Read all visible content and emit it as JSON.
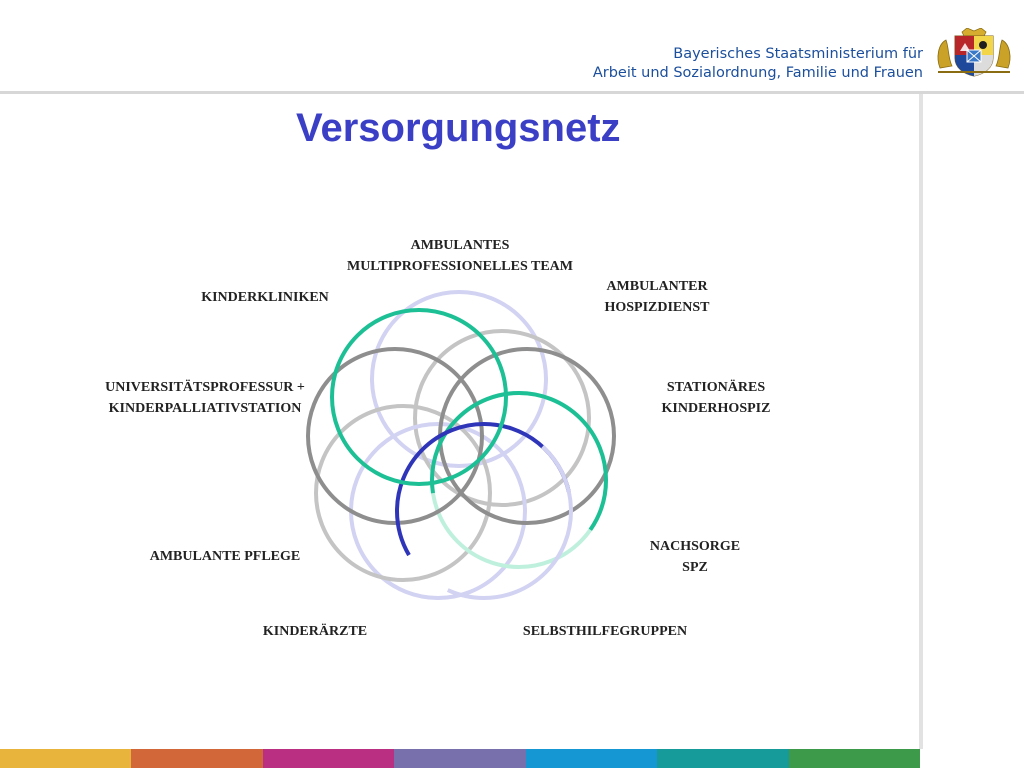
{
  "header": {
    "ministry_line1": "Bayerisches Staatsministerium für",
    "ministry_line2": "Arbeit und Sozialordnung, Familie und Frauen"
  },
  "title": "Versorgungsnetz",
  "labels": {
    "ambulantes_team_1": "AMBULANTES",
    "ambulantes_team_2": "MULTIPROFESSIONELLES TEAM",
    "hospizdienst_1": "AMBULANTER",
    "hospizdienst_2": "HOSPIZDIENST",
    "kinderkliniken": "KINDERKLINIKEN",
    "uni_1": "UNIVERSITÄTSPROFESSUR +",
    "uni_2": "KINDERPALLIATIVSTATION",
    "hospiz_1": "STATIONÄRES",
    "hospiz_2": "KINDERHOSPIZ",
    "nachsorge_1": "NACHSORGE",
    "nachsorge_2": "SPZ",
    "pflege": "AMBULANTE PFLEGE",
    "kinderaerzte": "KINDERÄRZTE",
    "selbsthilfe": "SELBSTHILFEGRUPPEN"
  },
  "colors": {
    "title": "#3a3fc6",
    "ministry_text": "#1c4f9c",
    "circle_teal": "#1dbf95",
    "circle_blue": "#2f35b8",
    "circle_gray_dark": "#8e8e8e",
    "circle_gray_light": "#c4c4c4",
    "circle_lavender": "#d2d2f2",
    "circle_mint": "#bff0dd",
    "bottom_bar": [
      "#e9b43b",
      "#d2673a",
      "#bb2f83",
      "#7870ac",
      "#1597d3",
      "#179b9a",
      "#3e9a4b"
    ]
  }
}
